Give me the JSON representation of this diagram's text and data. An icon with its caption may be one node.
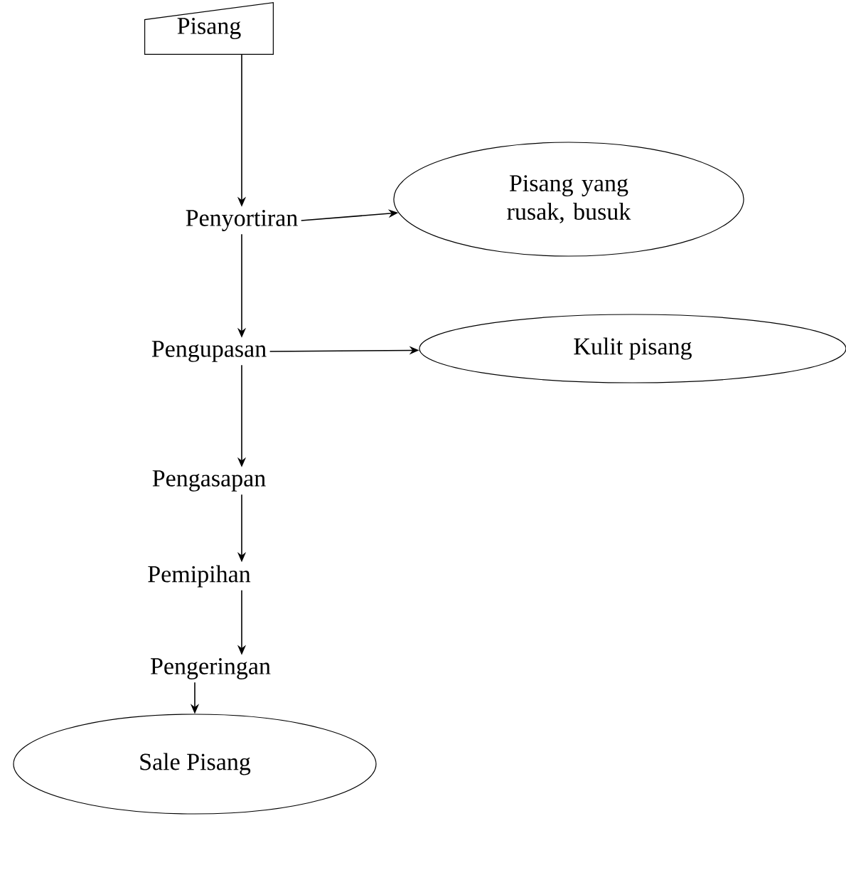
{
  "diagram": {
    "nodes": [
      {
        "text": [
          "Pisang"
        ]
      },
      {
        "text": [
          "Penyortiran"
        ]
      },
      {
        "text": [
          "Pisang yang rusak, busuk"
        ]
      },
      {
        "text": [
          "Pengupasan"
        ]
      },
      {
        "text": [
          "Kulit pisang"
        ]
      },
      {
        "text": [
          "Pengasapan"
        ]
      },
      {
        "text": [
          "Pemipihan"
        ]
      },
      {
        "text": [
          "Pengeringan"
        ]
      },
      {
        "text": [
          "Sale Pisang"
        ]
      }
    ],
    "edges": [
      {
        "from": 0,
        "to": 1,
        "arrow": "to"
      },
      {
        "from": 1,
        "to": 2,
        "arrow": "to"
      },
      {
        "from": 1,
        "to": 3,
        "arrow": "to"
      },
      {
        "from": 3,
        "to": 4,
        "arrow": "to"
      },
      {
        "from": 3,
        "to": 5,
        "arrow": "to"
      },
      {
        "from": 5,
        "to": 6,
        "arrow": "to"
      },
      {
        "from": 6,
        "to": 7,
        "arrow": "to"
      },
      {
        "from": 7,
        "to": 8,
        "arrow": "to"
      }
    ]
  }
}
